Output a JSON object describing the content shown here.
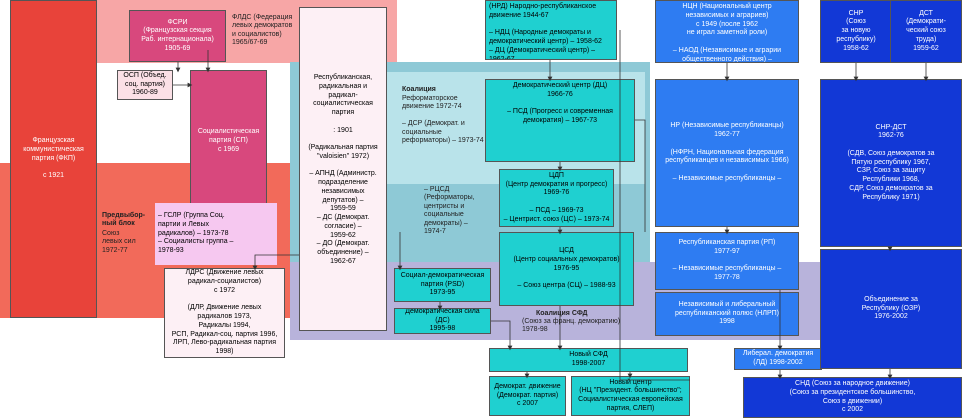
{
  "colors": {
    "pcf_red": "#e8433a",
    "pink_zone": "#f7a6a6",
    "magenta": "#d8487d",
    "light_pink": "#f6c8f0",
    "lavender": "#b8b3db",
    "cyan": "#1fd0d0",
    "teal_zone": "#8ec9d6",
    "blue": "#2e7cf2",
    "dark_blue": "#1238d6"
  },
  "nodes": {
    "pcf": "Французская\nкоммунистическая\nпартия (ФКП)\n\nс 1921",
    "sfio": "ФСРИ\n(Французская секция\nРаб. интернационала)\n1905-69",
    "fgds": "ФЛДС (Федерация\nлевых демократов\nи социалистов)\n1965/67-69",
    "osp": "ОСП (Объед.\nсоц. партия)\n1960-89",
    "ps": "Социалистическая\nпартия (СП)\nс 1969",
    "left_bloc_title": "Предвыбор-\nный блок",
    "left_bloc": "Союз\nлевых сил\n1972-77",
    "pink_list": "– ГСЛР (Группа Соц.\nпартии и Левых\nрадикалов) – 1973-78\n– Социалисты группа –\n1978-93",
    "prg": "ЛДРС (Движение левых\nрадикал-социалистов)\nс 1972\n\n(ДЛР, Движение левых\nрадикалов 1973,\nРадикалы 1994,\nРСП, Радикал-соц. партия 1996,\nЛРП, Лево-радикальная партия\n1998)",
    "radicals": "Республиканская,\nрадикальная и\nрадикал-\nсоциалистическая\nпартия\n\n: 1901\n\n(Радикальная партия\n\"valoisien\" 1972)\n\n– АПНД (Администр.\nподразделение\nнезависимых\nдепутатов) –\n1959-59\n– ДС (Демократ.\nсогласие) –\n1959-62\n– ДО (Демократ.\nобъединение) –\n1962-67",
    "reform_title": "Коалиция",
    "reform": "Реформаторское\nдвижение 1972-74\n\n– ДСР (Демократ. и\nсоциальные\nреформаторы) – 1973-74",
    "rcsd": "– РЦСД\n(Реформаторы,\nцентристы и\nсоциальные\nдемократы) –\n1974-7",
    "psd": "Социал-демократическая\nпартия (PSD)\n1973-95",
    "fd": "Демократическая сила (ДС)\n1995-98",
    "udf_title": "Коалиция СФД",
    "udf": "(Союз за франц. демократию)\n1978-98",
    "mrp": "(НРД) Народно-республиканское\nдвижение 1944-67\n\n– НДЦ (Народные демократы и\nдемократический центр) – 1958-62\n– ДЦ (Демократический центр) – 1962-67",
    "cd": "Демократический центр (ДЦ)\n1966-76\n\n– ПСД (Прогресс и современная\nдемократия) – 1967-73",
    "cdp": "ЦДП\n(Центр демократия и прогресс)\n1969-76\n\n– ПСД – 1969-73\n– Центрист. союз (ЦС) – 1973-74",
    "cds": "ЦСД\n(Центр социальных демократов)\n1976-95\n\n– Союз центра (СЦ) – 1988-93",
    "nudf": "Новый СФД\n1998-2007",
    "modem": "Демократ. движение\n(Демократ. партия)\nс 2007",
    "nc": "Новый центр\n(НЦ \"Президент. большинство\";\nСоциалистическая европейская\nпартия, СЛЕП)",
    "cnip": "НЦН (Национальный центр\nнезависимых и аграриев)\nс 1949 (после 1962\nне играл заметной роли)\n\n– НАОД (Независимые и аграрии\nобщественного действия) –",
    "ri": "НР (Независимые республиканцы)\n1962-77\n\n(НФРН, Национальная федерация\nреспубликанцев и независимых 1966)\n\n– Независимые республиканцы –",
    "pr": "Республиканская партия (РП)\n1977-97\n\n– Независимые республиканцы –\n1977-78",
    "dl": "Независимый и либеральный\nреспубликанский полюс (НЛРП)\n1998",
    "ld": "Либерал. демократия\n(ЛД) 1998-2002",
    "snr": "СНР\n(Союз\nза новую\nреспублику)\n1958-62",
    "dst": "ДСТ\n(Демократи-\nческий союз\nтруда)\n1959-62",
    "unr_udt": "СНР-ДСТ\n1962-76\n\n(СДВ, Союз демократов за\nПятую республику 1967,\nСЗР, Союз за защиту\nРеспублики 1968,\nСДР, Союз демократов за\nРеспублику 1971)",
    "rpr": "Объединение за\nРеспублику (ОЗР)\n1976-2002",
    "ump": "СНД (Союз за народное движение)\n(Союз за президентское большинство,\nСоюз в движении)\nс 2002"
  }
}
